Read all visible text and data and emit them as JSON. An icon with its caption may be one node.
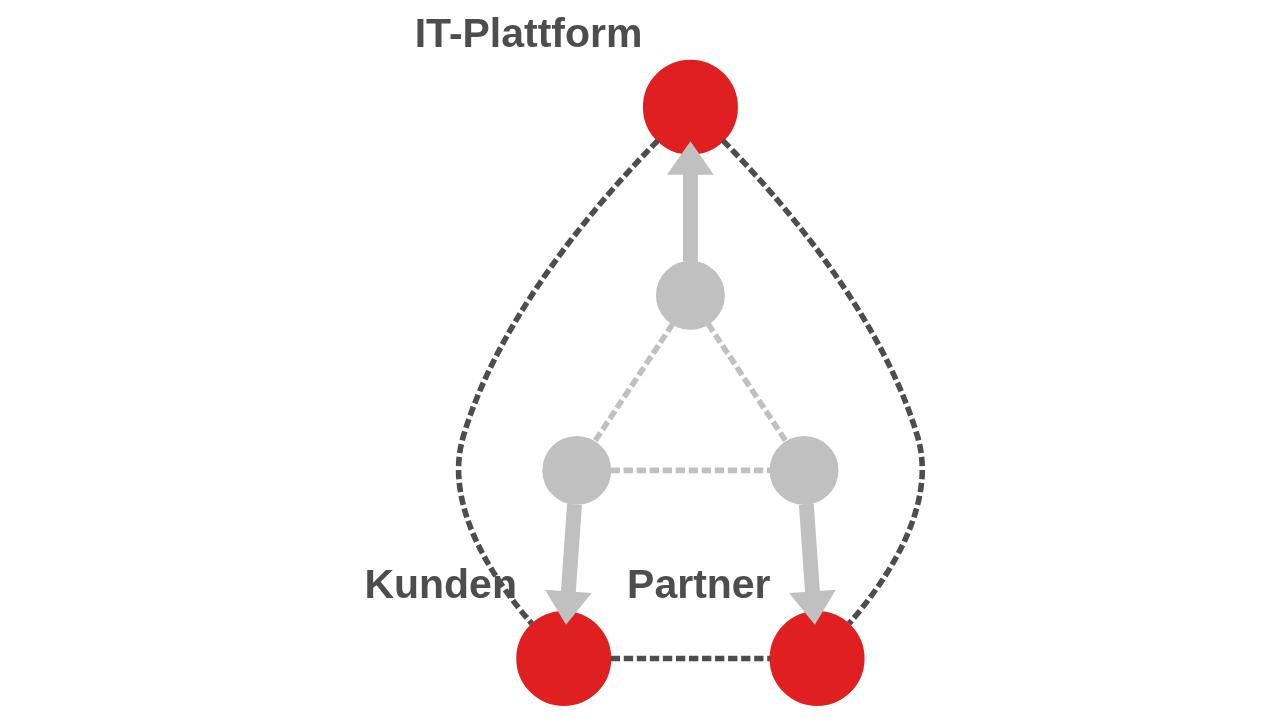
{
  "diagram": {
    "nodes": [
      {
        "text": [
          "IT-Plattform"
        ]
      },
      {
        "text": [
          "Kunden"
        ]
      },
      {
        "text": [
          "Partner"
        ]
      },
      {
        "text": [],
        "shape": "circle"
      },
      {
        "text": [],
        "shape": "circle"
      },
      {
        "text": [],
        "shape": "circle"
      }
    ],
    "edges": [
      {
        "from": 0,
        "to": 1,
        "arrow": "none",
        "style": "dashed",
        "color": "#4d4d4d"
      },
      {
        "from": 1,
        "to": 2,
        "arrow": "none",
        "style": "dashed",
        "color": "#4d4d4d"
      },
      {
        "from": 0,
        "to": 2,
        "arrow": "none",
        "style": "dashed",
        "color": "#4d4d4d"
      },
      {
        "from": 3,
        "to": 4,
        "arrow": "none",
        "style": "dashed"
      },
      {
        "from": 4,
        "to": 5,
        "arrow": "none",
        "style": "dashed"
      },
      {
        "from": 3,
        "to": 5,
        "arrow": "none",
        "style": "dashed"
      },
      {
        "from": 3,
        "to": 0,
        "arrow": "to",
        "style": "thick"
      },
      {
        "from": 4,
        "to": 1,
        "arrow": "to",
        "style": "thick"
      },
      {
        "from": 5,
        "to": 2,
        "arrow": "to",
        "style": "thick"
      }
    ]
  }
}
